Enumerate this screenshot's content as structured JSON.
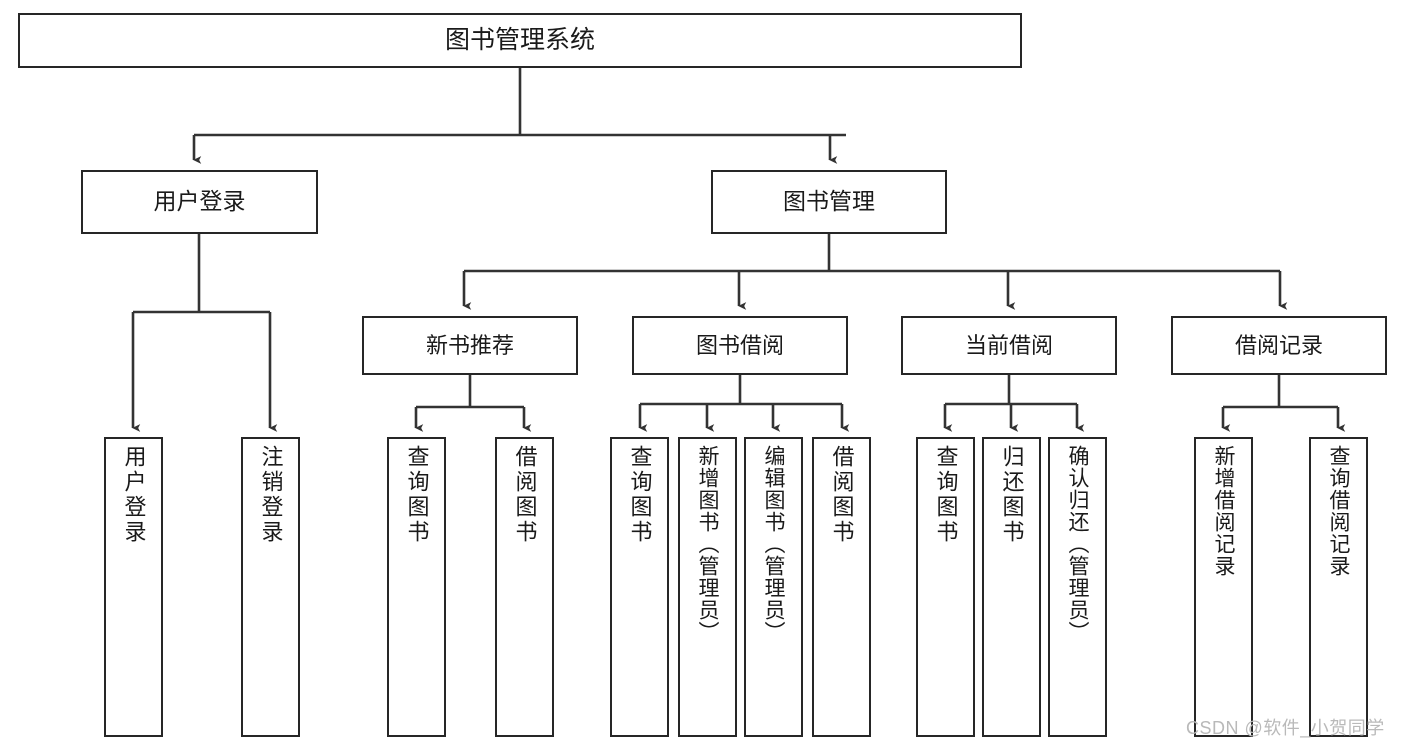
{
  "diagram": {
    "title": "图书管理系统",
    "type": "tree",
    "watermark": "CSDN @软件_小贺同学",
    "colors": {
      "box_border": "#262626",
      "box_fill": "#ffffff",
      "connector": "#333333",
      "text": "#1a1a1a",
      "watermark": "#b9b9b9"
    },
    "root": {
      "label": "图书管理系统"
    },
    "level1": [
      {
        "label": "用户登录"
      },
      {
        "label": "图书管理"
      }
    ],
    "level2": [
      {
        "label": "新书推荐"
      },
      {
        "label": "图书借阅"
      },
      {
        "label": "当前借阅"
      },
      {
        "label": "借阅记录"
      }
    ],
    "leaves": {
      "user_login": [
        {
          "label": "用户登录"
        },
        {
          "label": "注销登录"
        }
      ],
      "new_book_recommend": [
        {
          "label": "查询图书"
        },
        {
          "label": "借阅图书"
        }
      ],
      "book_borrow": [
        {
          "label": "查询图书"
        },
        {
          "label": "新增图书（管理员）"
        },
        {
          "label": "编辑图书（管理员）"
        },
        {
          "label": "借阅图书"
        }
      ],
      "current_borrow": [
        {
          "label": "查询图书"
        },
        {
          "label": "归还图书"
        },
        {
          "label": "确认归还（管理员）"
        }
      ],
      "borrow_record": [
        {
          "label": "新增借阅记录"
        },
        {
          "label": "查询借阅记录"
        }
      ]
    }
  }
}
